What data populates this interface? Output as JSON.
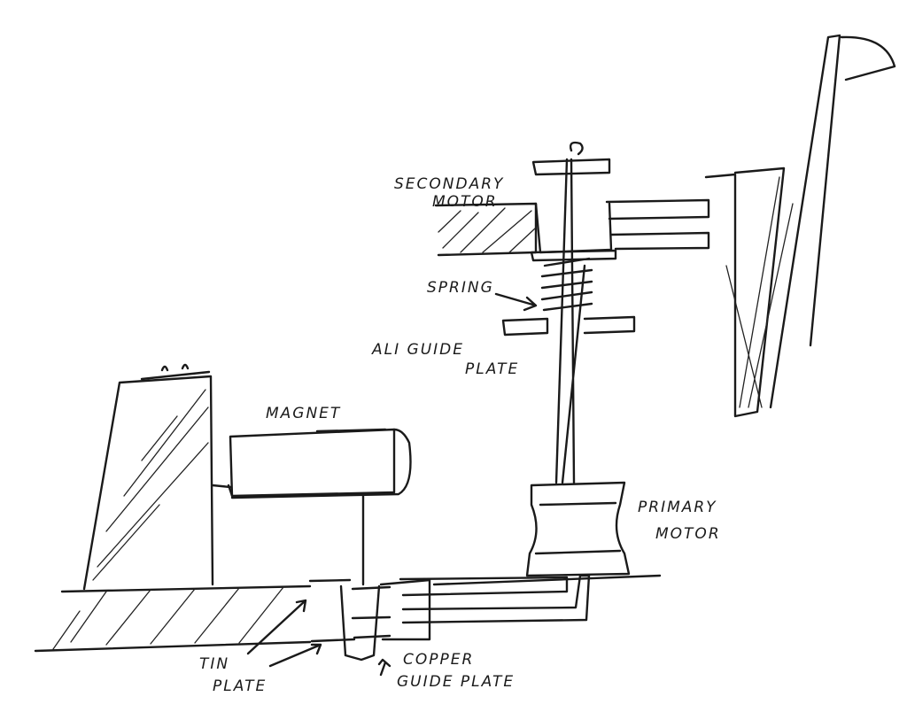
{
  "labels": {
    "secondary_motor": [
      "SECONDARY",
      "MOTOR"
    ],
    "spring": "SPRING",
    "guide_plate": [
      "ALI  GUIDE",
      "PLATE"
    ],
    "magnet": "MAGNET",
    "primary_motor": [
      "PRIMARY",
      "MOTOR"
    ],
    "tin_plate": [
      "TIN",
      "PLATE"
    ],
    "copper_guide_plate": [
      "COPPER",
      "GUIDE PLATE"
    ]
  }
}
